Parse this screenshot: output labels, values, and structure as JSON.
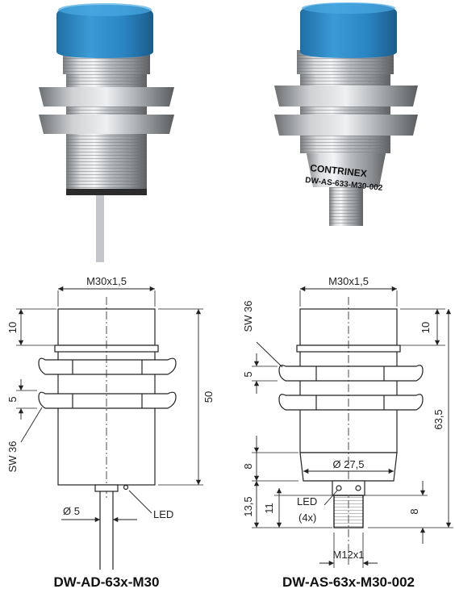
{
  "photos": {
    "left": {
      "description_text": ""
    },
    "right": {
      "brand_text": "CONTRINEX",
      "part_text": "DW-AS-633-M30-002"
    }
  },
  "left_drawing": {
    "thread": "M30x1,5",
    "cap_height": "10",
    "nut_thickness": "5",
    "wrench": "SW 36",
    "length": "50",
    "cable_dia": "Ø 5",
    "led": "LED",
    "caption": "DW-AD-63x-M30"
  },
  "right_drawing": {
    "thread": "M30x1,5",
    "wrench": "SW 36",
    "cap_height": "10",
    "nut_thickness": "5",
    "length": "63,5",
    "collar_height": "8",
    "collar_dia": "Ø 27,5",
    "connector_total": "13,5",
    "connector_len": "11",
    "led": "LED",
    "led_count": "(4x)",
    "pin_len": "8",
    "connector_thread": "M12x1",
    "caption": "DW-AS-63x-M30-002"
  }
}
